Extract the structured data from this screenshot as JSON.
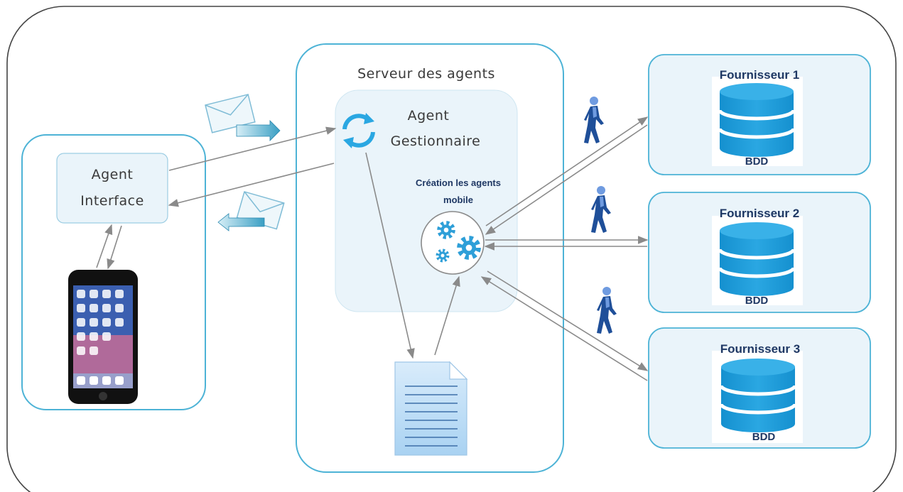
{
  "diagram": {
    "interface_agent_label": [
      "Agent",
      "Interface"
    ],
    "server_title": "Serveur des agents",
    "manager_agent_label": [
      "Agent",
      "Gestionnaire"
    ],
    "mobile_creation_label": [
      "Création les agents",
      "mobile"
    ],
    "providers": [
      {
        "name": "Fournisseur 1",
        "db_label": "BDD"
      },
      {
        "name": "Fournisseur 2",
        "db_label": "BDD"
      },
      {
        "name": "Fournisseur 3",
        "db_label": "BDD"
      }
    ],
    "icons": {
      "sync": "sync-icon",
      "gears": "gears-icon",
      "document": "document-icon",
      "envelope": "envelope-icon",
      "walker": "walking-agent-icon",
      "database": "database-icon",
      "phone": "smartphone-icon"
    },
    "colors": {
      "box_border": "#4db3d6",
      "box_fill": "#eaf4fa",
      "db_blue": "#1e9ad6",
      "walker_blue": "#1f4f99",
      "arrow_gray": "#8a8a8a"
    }
  }
}
